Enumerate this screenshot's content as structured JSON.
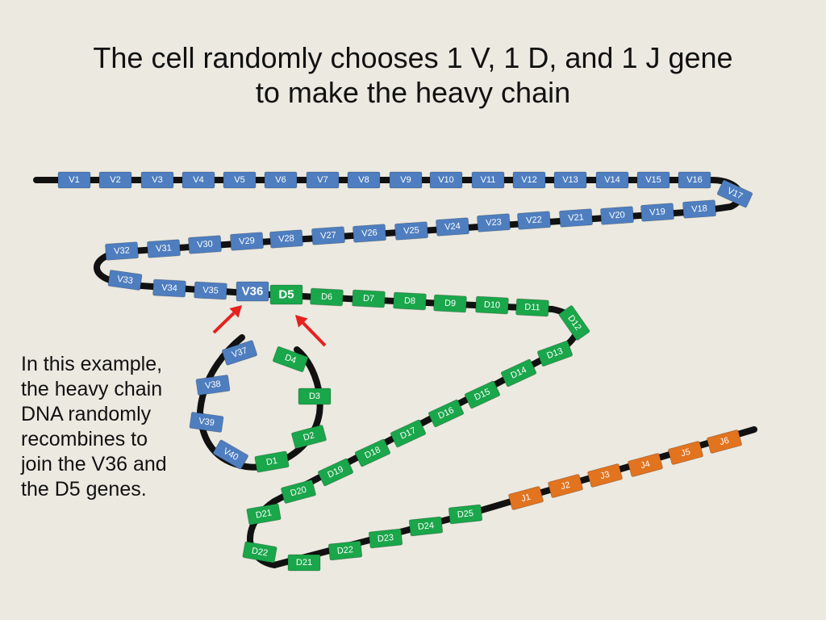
{
  "title": {
    "line1": "The cell randomly chooses 1 V, 1 D, and 1 J gene",
    "line2": "to make the heavy chain"
  },
  "caption": {
    "lines": [
      "In this example,",
      "the heavy chain",
      "DNA randomly",
      "recombines to",
      "join the V36 and",
      "the D5 genes."
    ]
  },
  "colors": {
    "v_gene": "#4e7ebf",
    "d_gene": "#1aa64a",
    "j_gene": "#e2731f",
    "dna_strand": "#111111",
    "arrow": "#e6201f",
    "background": "#ebe9e0"
  },
  "gene_segments": {
    "V": [
      "V1",
      "V2",
      "V3",
      "V4",
      "V5",
      "V6",
      "V7",
      "V8",
      "V9",
      "V10",
      "V11",
      "V12",
      "V13",
      "V14",
      "V15",
      "V16",
      "V17",
      "V18",
      "V19",
      "V20",
      "V21",
      "V22",
      "V23",
      "V24",
      "V25",
      "V26",
      "V27",
      "V28",
      "V29",
      "V30",
      "V31",
      "V32",
      "V33",
      "V34",
      "V35",
      "V36",
      "V37",
      "V38",
      "V39",
      "V40"
    ],
    "D_loop": [
      "D1",
      "D2",
      "D3",
      "D4"
    ],
    "D": [
      "D5",
      "D6",
      "D7",
      "D8",
      "D9",
      "D10",
      "D11",
      "D12",
      "D13",
      "D14",
      "D15",
      "D16",
      "D17",
      "D18",
      "D19",
      "D20",
      "D21",
      "D22",
      "D21",
      "D22",
      "D23",
      "D24",
      "D25"
    ],
    "J": [
      "J1",
      "J2",
      "J3",
      "J4",
      "J5",
      "J6"
    ]
  },
  "highlighted": [
    "V36",
    "D5"
  ],
  "arrows": [
    {
      "points_to": "V36",
      "icon": "red-arrow-icon"
    },
    {
      "points_to": "D5",
      "icon": "red-arrow-icon"
    }
  ]
}
